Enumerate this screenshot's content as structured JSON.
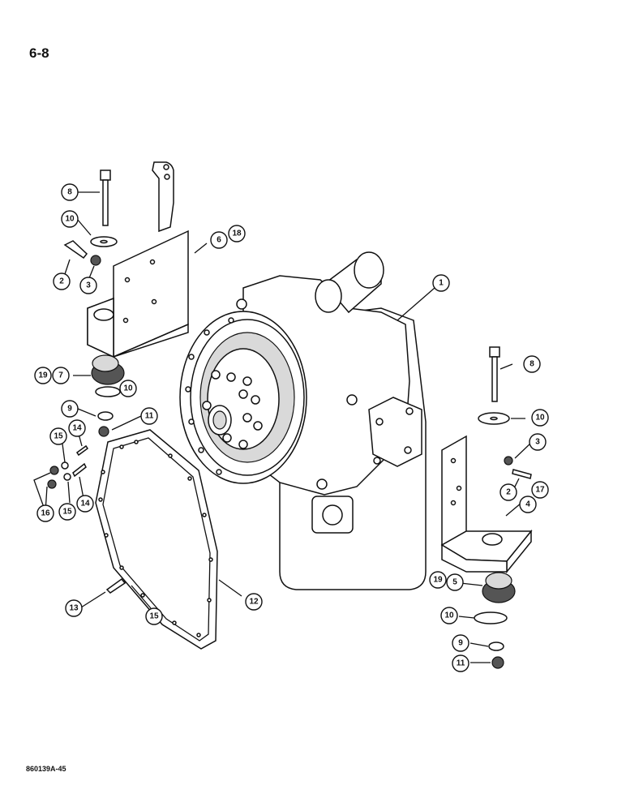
{
  "page": {
    "label": "6-8",
    "figure_code": "860139A-45"
  },
  "callouts": {
    "c1": "1",
    "c2a": "2",
    "c2b": "2",
    "c3a": "3",
    "c3b": "3",
    "c4": "4",
    "c5": "5",
    "c6": "6",
    "c7": "7",
    "c8a": "8",
    "c8b": "8",
    "c9a": "9",
    "c9b": "9",
    "c10a": "10",
    "c10b": "10",
    "c10c": "10",
    "c10d": "10",
    "c11a": "11",
    "c11b": "11",
    "c12": "12",
    "c13": "13",
    "c14a": "14",
    "c14b": "14",
    "c15a": "15",
    "c15b": "15",
    "c15c": "15",
    "c16": "16",
    "c17": "17",
    "c18": "18",
    "c19a": "19",
    "c19b": "19"
  }
}
